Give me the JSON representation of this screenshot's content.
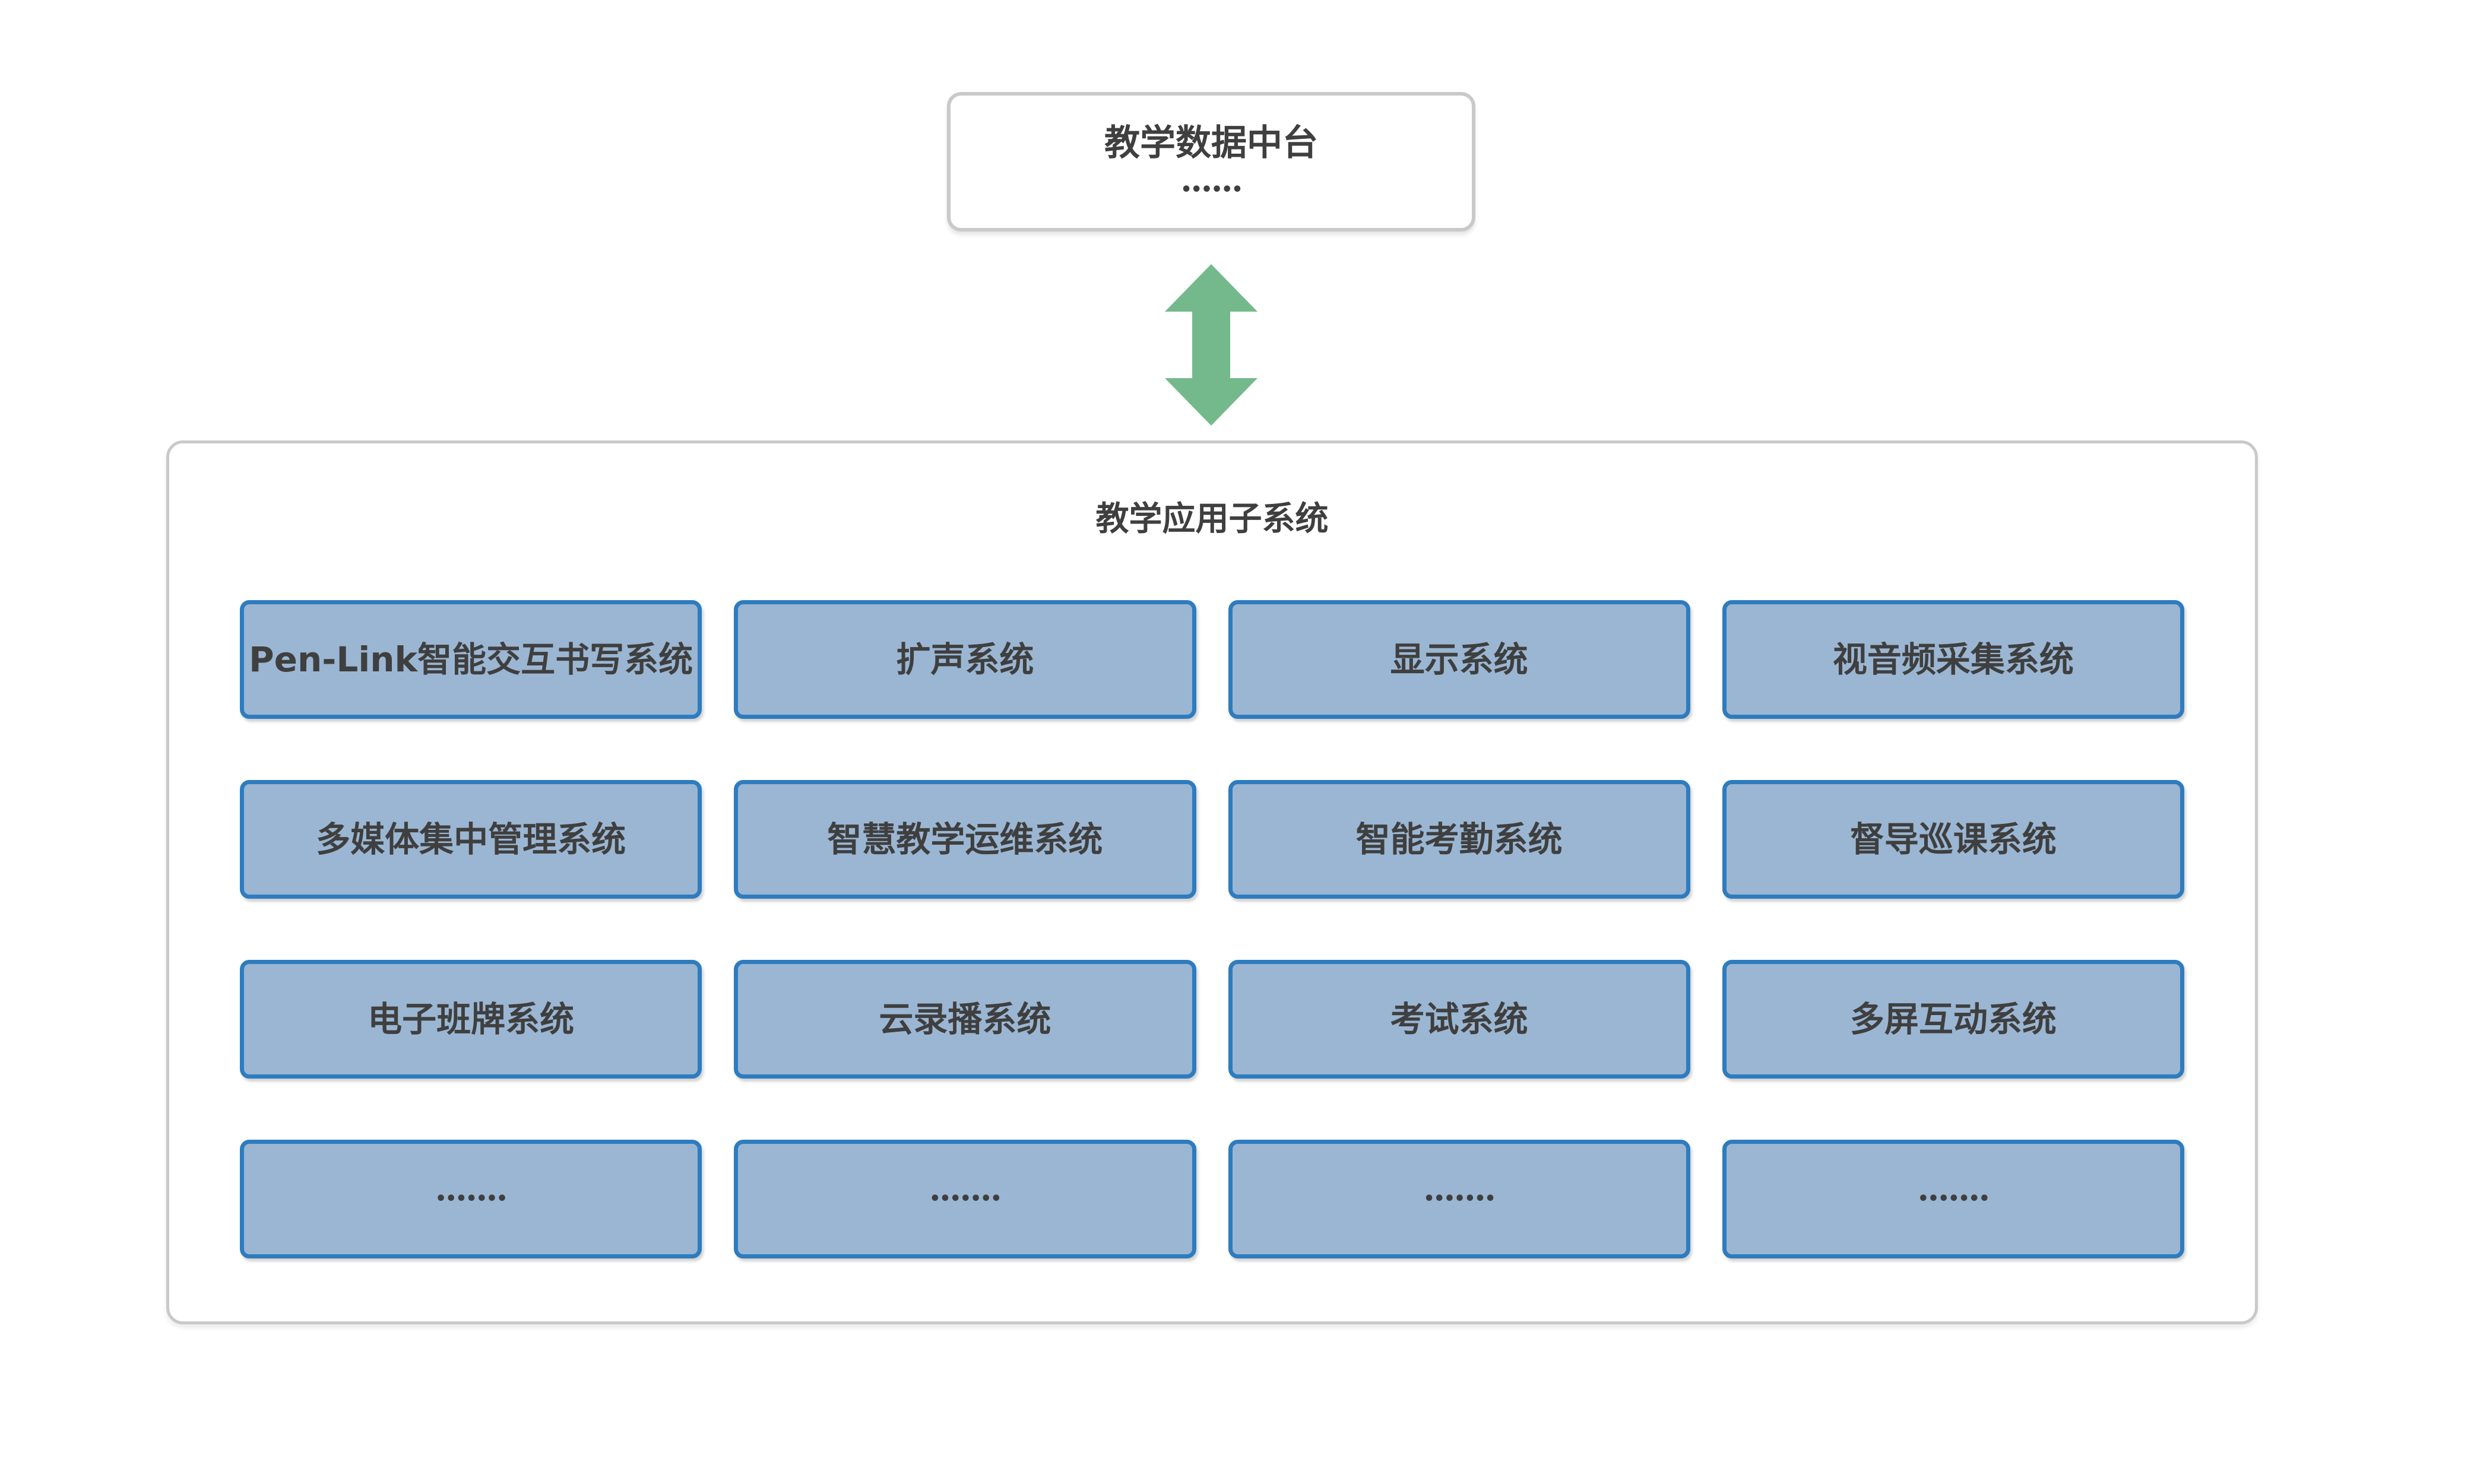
{
  "colors": {
    "background": "#ffffff",
    "gray_border": "#c9c9c9",
    "blue_border": "#2e7cbf",
    "blue_fill": "#9ab6d3",
    "green_arrow": "#74b98c",
    "text": "#3f3f3f"
  },
  "top_box": {
    "title": "教学数据中台",
    "ellipsis": "••••••"
  },
  "arrow": {
    "icon": "double-vertical-arrow"
  },
  "panel": {
    "title": "教学应用子系统",
    "items": [
      "Pen-Link智能交互书写系统",
      "扩声系统",
      "显示系统",
      "视音频采集系统",
      "多媒体集中管理系统",
      "智慧教学运维系统",
      "智能考勤系统",
      "督导巡课系统",
      "电子班牌系统",
      "云录播系统",
      "考试系统",
      "多屏互动系统",
      "•••••••",
      "•••••••",
      "•••••••",
      "•••••••"
    ]
  }
}
